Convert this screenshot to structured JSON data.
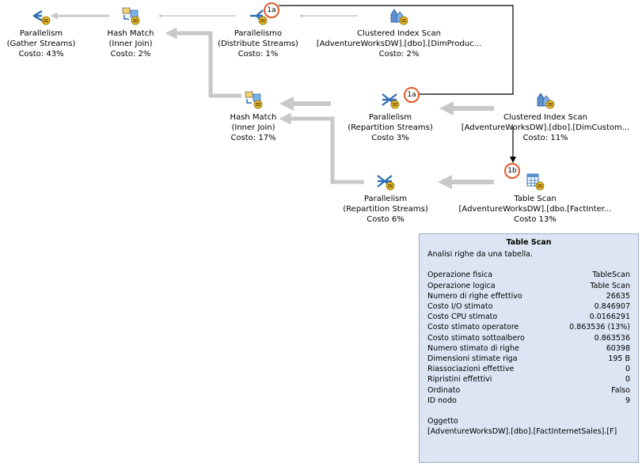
{
  "nodes": {
    "n0": {
      "title": "Parallelism",
      "sub": "(Gather Streams)",
      "cost": "Costo: 43%"
    },
    "n1": {
      "title": "Hash Match",
      "sub": "(Inner Join)",
      "cost": "Costo: 2%"
    },
    "n2": {
      "title": "Parallelismo",
      "sub": "(Distribute Streams)",
      "cost": "Costo: 1%"
    },
    "n3": {
      "title": "Clustered Index Scan",
      "sub": "[AdventureWorksDW].[dbo].[DimProduc...",
      "cost": "Costo: 2%"
    },
    "n4": {
      "title": "Hash Match",
      "sub": "(Inner Join)",
      "cost": "Costo: 17%"
    },
    "n5": {
      "title": "Parallelism",
      "sub": "(Repartition Streams)",
      "cost": "Costo 3%"
    },
    "n6": {
      "title": "Clustered Index Scan",
      "sub": "[AdventureWorksDW].[dbo].[DimCustom...",
      "cost": "Costo: 11%"
    },
    "n7": {
      "title": "Parallelism",
      "sub": "(Repartition Streams)",
      "cost": "Costo 6%"
    },
    "n8": {
      "title": "Table Scan",
      "sub": "[AdventureWorksDW].[dbo.[FactInter...",
      "cost": "Costo 13%"
    }
  },
  "badges": {
    "b1": "1a",
    "b2": "1a",
    "b3": "1b"
  },
  "tooltip": {
    "title": "Table Scan",
    "description": "Analisi righe da una tabella.",
    "rows": [
      {
        "label": "Operazione fisica",
        "value": "TableScan"
      },
      {
        "label": "Operazione logica",
        "value": "Table Scan"
      },
      {
        "label": "Numero di righe effettivo",
        "value": "26635"
      },
      {
        "label": "Costo I/O stimato",
        "value": "0.846907"
      },
      {
        "label": "Costo CPU stimato",
        "value": "0.0166291"
      },
      {
        "label": "Costo stimato operatore",
        "value": "0.863536 (13%)"
      },
      {
        "label": "Costo stimato sottoalbero",
        "value": "0.863536"
      },
      {
        "label": "Numero stimato di righe",
        "value": "60398"
      },
      {
        "label": "Dimensioni stimate riga",
        "value": "195 B"
      },
      {
        "label": "Riassociazioni effettive",
        "value": "0"
      },
      {
        "label": "Ripristini effettivi",
        "value": "0"
      },
      {
        "label": "Ordinato",
        "value": "Falso"
      },
      {
        "label": "ID nodo",
        "value": "9"
      }
    ],
    "object_label": "Oggetto",
    "object_value": "[AdventureWorksDW].[dbo].[FactInternetSales].[F]"
  },
  "colors": {
    "arrow": "#c8c8c8",
    "badge": "#e05a28",
    "tooltip_bg": "#dbe5f3",
    "icon_blue": "#2f6db5",
    "icon_yellow": "#e8b930"
  },
  "icons": {
    "parallelism": "parallelism-icon",
    "hash_match": "hash-match-icon",
    "clustered_index_scan": "clustered-index-scan-icon",
    "table_scan": "table-scan-icon"
  }
}
